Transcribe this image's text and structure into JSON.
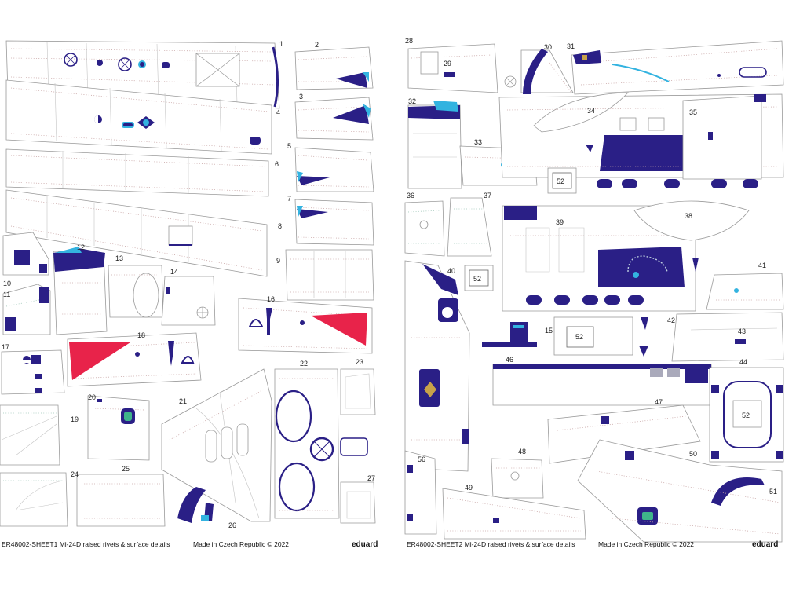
{
  "sheets": [
    {
      "caption": "ER48002-SHEET1 Mi-24D raised rivets & surface details",
      "origin": "Made in Czech Republic © 2022",
      "brand": "eduard"
    },
    {
      "caption": "ER48002-SHEET2 Mi-24D raised rivets & surface details",
      "origin": "Made in Czech Republic © 2022",
      "brand": "eduard"
    }
  ],
  "part_numbers": {
    "p1": "1",
    "p2": "2",
    "p3": "3",
    "p4": "4",
    "p5": "5",
    "p6": "6",
    "p7": "7",
    "p8": "8",
    "p9": "9",
    "p10": "10",
    "p11": "11",
    "p12": "12",
    "p13": "13",
    "p14": "14",
    "p15": "15",
    "p16": "16",
    "p17": "17",
    "p18": "18",
    "p19": "19",
    "p20": "20",
    "p21": "21",
    "p22": "22",
    "p23": "23",
    "p24": "24",
    "p25": "25",
    "p26": "26",
    "p27": "27",
    "p28": "28",
    "p29": "29",
    "p30": "30",
    "p31": "31",
    "p32": "32",
    "p33": "33",
    "p34": "34",
    "p35": "35",
    "p36": "36",
    "p37": "37",
    "p38": "38",
    "p39": "39",
    "p40": "40",
    "p41": "41",
    "p42": "42",
    "p43": "43",
    "p44": "44",
    "p46": "46",
    "p47": "47",
    "p48": "48",
    "p49": "49",
    "p50": "50",
    "p51": "51",
    "p52": "52",
    "p56": "56"
  },
  "colors": {
    "ink_blue": "#2a1f86",
    "cyan": "#33b3e0",
    "red": "#e8234a",
    "outline": "#9a9a9a"
  }
}
